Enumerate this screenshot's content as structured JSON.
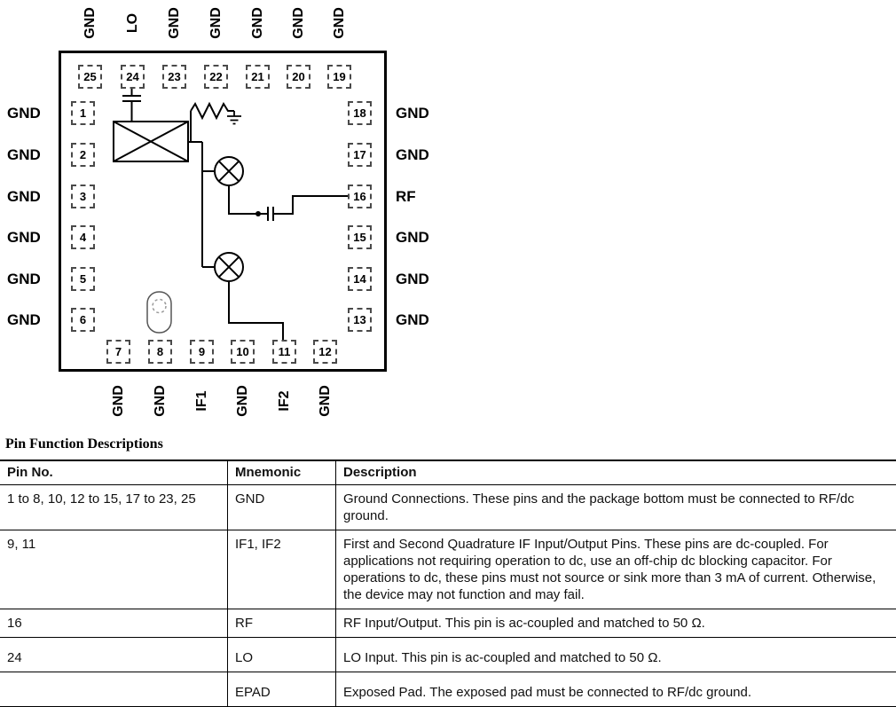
{
  "diagram": {
    "top_labels": [
      "GND",
      "LO",
      "GND",
      "GND",
      "GND",
      "GND",
      "GND"
    ],
    "top_pins": [
      "25",
      "24",
      "23",
      "22",
      "21",
      "20",
      "19"
    ],
    "left_labels": [
      "GND",
      "GND",
      "GND",
      "GND",
      "GND",
      "GND"
    ],
    "left_pins": [
      "1",
      "2",
      "3",
      "4",
      "5",
      "6"
    ],
    "right_pins": [
      "18",
      "17",
      "16",
      "15",
      "14",
      "13"
    ],
    "right_labels": [
      "GND",
      "GND",
      "RF",
      "GND",
      "GND",
      "GND"
    ],
    "bottom_pins": [
      "7",
      "8",
      "9",
      "10",
      "11",
      "12"
    ],
    "bottom_labels": [
      "GND",
      "GND",
      "IF1",
      "GND",
      "IF2",
      "GND"
    ]
  },
  "table": {
    "title": "Pin Function Descriptions",
    "headers": [
      "Pin No.",
      "Mnemonic",
      "Description"
    ],
    "rows": [
      {
        "pin_no": "1 to 8, 10, 12 to 15, 17 to 23, 25",
        "mnemonic": "GND",
        "description": "Ground Connections. These pins and the package bottom must be connected to RF/dc ground."
      },
      {
        "pin_no": "9, 11",
        "mnemonic": "IF1, IF2",
        "description": "First and Second Quadrature IF Input/Output Pins. These pins are dc-coupled. For applications not requiring operation to dc, use an off-chip dc blocking capacitor. For operations to dc, these pins must not source or sink more than 3 mA of current. Otherwise, the device may not function and may fail."
      },
      {
        "pin_no": "16",
        "mnemonic": "RF",
        "description": "RF Input/Output. This pin is ac-coupled and matched to 50 Ω."
      },
      {
        "pin_no": "24",
        "mnemonic": "LO",
        "description": "LO Input. This pin is ac-coupled and matched to 50 Ω."
      },
      {
        "pin_no": "",
        "mnemonic": "EPAD",
        "description": "Exposed Pad. The exposed pad must be connected to RF/dc ground."
      }
    ]
  }
}
